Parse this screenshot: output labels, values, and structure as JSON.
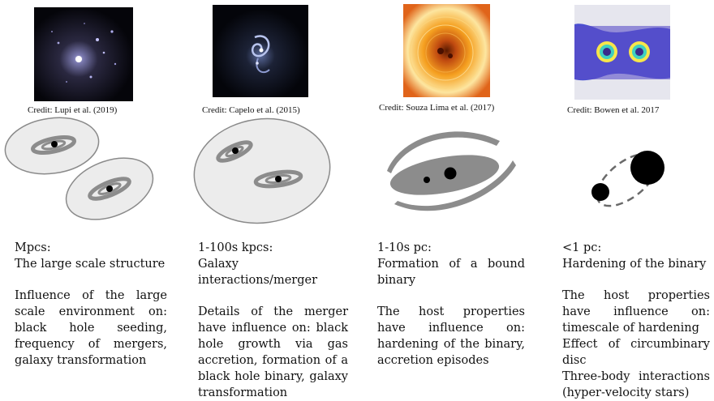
{
  "columns": [
    {
      "credit": "Credit: Lupi et al. (2019)",
      "scale": "Mpcs:",
      "subtitle": "The large scale structure",
      "description": "Influence of the large scale environment on: black hole seeding, frequency of mergers, galaxy transformation"
    },
    {
      "credit": "Credit: Capelo et al. (2015)",
      "scale": "1-100s kpcs:",
      "subtitle": "Galaxy interactions/merger",
      "description": "Details of the merger have influence on: black hole growth via gas accretion, formation of a black hole binary, galaxy transformation"
    },
    {
      "credit": "Credit: Souza Lima et al. (2017)",
      "scale": "1-10s pc:",
      "subtitle": "Formation of a bound binary",
      "description": "The host properties have influence on: hardening of the binary, accretion episodes"
    },
    {
      "credit": "Credit: Bowen et al. 2017",
      "scale": "<1 pc:",
      "subtitle": "Hardening of the binary",
      "description": "The host properties have influence on: timescale of hardening",
      "extra": [
        "Effect of circumbinary disc",
        "Three-body interactions (hyper-velocity stars)"
      ]
    }
  ],
  "colors": {
    "ellipse_fill": "#ececec",
    "ellipse_stroke": "#8a8a8a",
    "spiral_gray": "#8c8c8c",
    "black_hole": "#000000"
  }
}
